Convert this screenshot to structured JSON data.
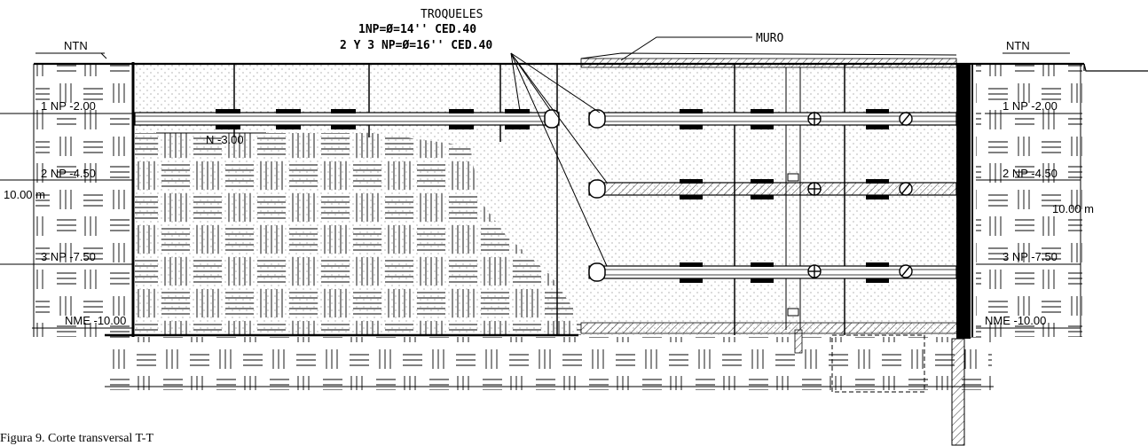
{
  "struts_title": "TROQUELES",
  "strut_spec_1": "1NP=Ø=14'' CED.40",
  "strut_spec_2": "2 Y 3 NP=Ø=16'' CED.40",
  "wall_label": "MURO",
  "ntn_left": "NTN",
  "ntn_right": "NTN",
  "level_n3": "N -3.00",
  "left_levels": [
    "1 NP -2.00",
    "2 NP -4.50",
    "3 NP -7.50",
    "NME -10.00"
  ],
  "right_levels": [
    "1 NP -2.00",
    "2 NP -4.50",
    "3 NP -7.50",
    "NME -10.00"
  ],
  "depth_left": "10.00 m",
  "depth_right": "10.00 m",
  "caption": "Figura 9. Corte transversal T-T"
}
